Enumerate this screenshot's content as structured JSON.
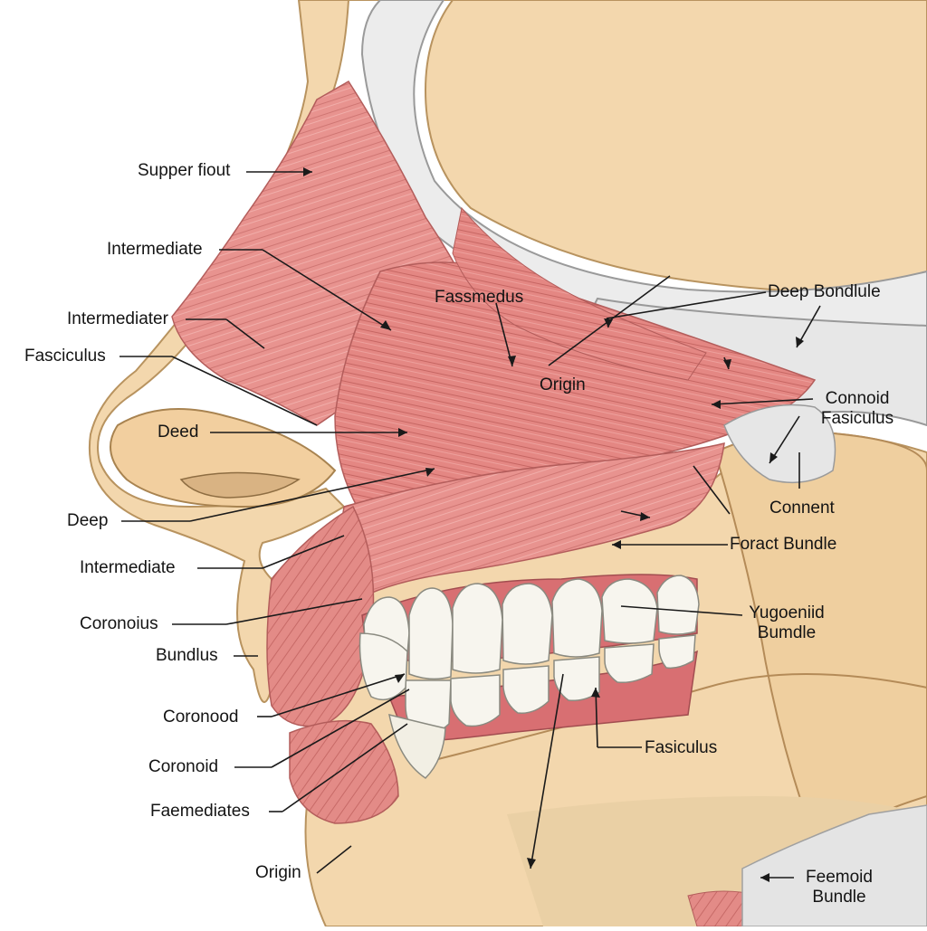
{
  "labels": {
    "supper_fiout": "Supper fiout",
    "intermediate_1": "Intermediate",
    "intermediater": "Intermediater",
    "fasciculus_left": "Fasciculus",
    "deed": "Deed",
    "deep": "Deep",
    "intermediate_2": "Intermediate",
    "coronoius": "Coronoius",
    "bundlus": "Bundlus",
    "coronood": "Coronood",
    "coronoid": "Coronoid",
    "faemediates": "Faemediates",
    "origin_bottom": "Origin",
    "fassmedus": "Fassmedus",
    "origin_center": "Origin",
    "deep_bondlule": "Deep Bondlule",
    "connoid_line1": "Connoid",
    "connoid_line2": "Fasiculus",
    "connent": "Connent",
    "foract_bundle": "Foract Bundle",
    "yugoeniid_line1": "Yugoeniid",
    "yugoeniid_line2": "Bumdle",
    "fasiculus_right": "Fasiculus",
    "feemoid_line1": "Feemoid",
    "feemoid_line2": "Bundle"
  },
  "colors": {
    "muscle": "#e8938f",
    "muscle_dark": "#c96b69",
    "bone": "#f3d7ad",
    "bone_shadow": "#dcb98a",
    "tooth": "#f7f5ee",
    "gum": "#d86f72",
    "line": "#1a1a1a",
    "cartilage": "#e6e6e6"
  }
}
